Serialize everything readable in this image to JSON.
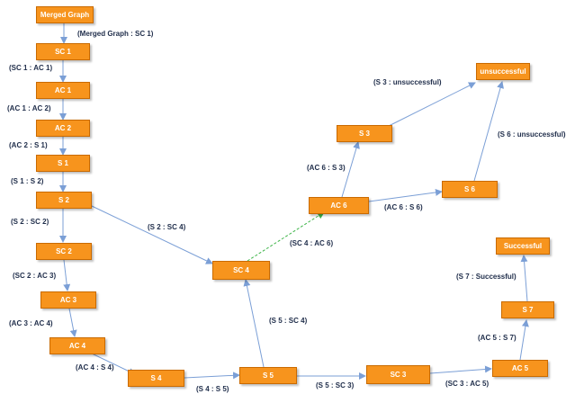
{
  "colors": {
    "node_fill": "#f7941d",
    "node_border": "#c96a00",
    "edge": "#7b9fd6",
    "edge_highlight": "#3fb54a",
    "label": "#1f2d4a"
  },
  "nodes": {
    "merged_graph": "Merged Graph",
    "sc1": "SC 1",
    "ac1": "AC 1",
    "ac2": "AC 2",
    "s1": "S 1",
    "s2": "S 2",
    "sc2": "SC 2",
    "ac3": "AC 3",
    "ac4": "AC 4",
    "s4": "S 4",
    "s5": "S 5",
    "sc3": "SC 3",
    "ac5": "AC 5",
    "s7": "S 7",
    "successful": "Successful",
    "sc4": "SC 4",
    "ac6": "AC 6",
    "s3": "S 3",
    "s6": "S 6",
    "unsuccessful": "unsuccessful"
  },
  "edge_labels": {
    "mg_sc1": "(Merged Graph : SC 1)",
    "sc1_ac1": "(SC 1 : AC 1)",
    "ac1_ac2": "(AC 1 : AC 2)",
    "ac2_s1": "(AC 2 : S 1)",
    "s1_s2": "(S 1 : S 2)",
    "s2_sc2": "(S 2 : SC 2)",
    "sc2_ac3": "(SC 2 : AC 3)",
    "ac3_ac4": "(AC 3 : AC 4)",
    "ac4_s4": "(AC 4 : S 4)",
    "s4_s5": "(S 4 : S 5)",
    "s5_sc3": "(S 5 : SC 3)",
    "sc3_ac5": "(SC 3 : AC 5)",
    "ac5_s7": "(AC 5 : S 7)",
    "s7_successful": "(S 7 : Successful)",
    "s2_sc4": "(S 2 : SC 4)",
    "s5_sc4": "(S 5 : SC 4)",
    "sc4_ac6": "(SC 4 : AC 6)",
    "ac6_s3": "(AC 6 : S 3)",
    "ac6_s6": "(AC 6 : S 6)",
    "s3_unsuccessful": "(S 3 : unsuccessful)",
    "s6_unsuccessful": "(S 6 : unsuccessful)"
  }
}
